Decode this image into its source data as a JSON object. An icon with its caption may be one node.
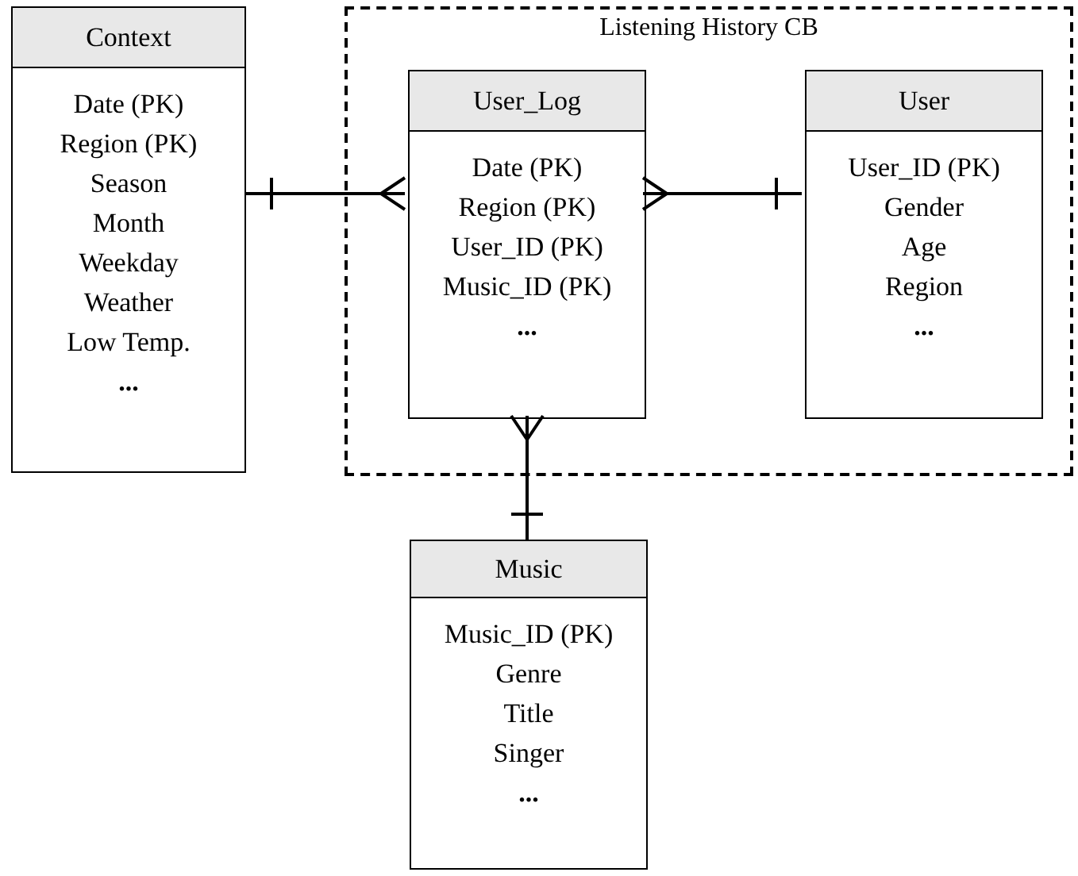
{
  "diagram": {
    "nodes": [
      {
        "text": [
          "Context",
          "Date (PK)",
          "Region (PK)",
          "Season",
          "Month",
          "Weekday",
          "Weather",
          "Low Temp.",
          "..."
        ]
      },
      {
        "text": [
          "Listening History CB"
        ]
      },
      {
        "text": [
          "User_Log",
          "Date (PK)",
          "Region (PK)",
          "User_ID (PK)",
          "Music_ID (PK)",
          "..."
        ],
        "in": 1
      },
      {
        "text": [
          "User",
          "User_ID (PK)",
          "Gender",
          "Age",
          "Region",
          "..."
        ],
        "in": 1
      },
      {
        "text": [
          "Music",
          "Music_ID (PK)",
          "Genre",
          "Title",
          "Singer",
          "..."
        ]
      }
    ],
    "edges": [
      {
        "from": 2,
        "to": 0,
        "arrow": "other"
      },
      {
        "from": 2,
        "to": 3,
        "arrow": "other"
      },
      {
        "from": 2,
        "to": 4,
        "arrow": "other"
      }
    ]
  }
}
